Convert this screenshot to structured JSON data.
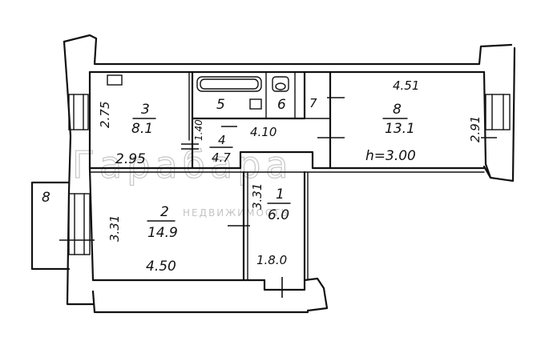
{
  "rooms": [
    {
      "number": "3",
      "area": "8.1"
    },
    {
      "number": "5",
      "area": ""
    },
    {
      "number": "6",
      "area": ""
    },
    {
      "number": "7",
      "area": ""
    },
    {
      "number": "8",
      "area": "13.1"
    },
    {
      "number": "4",
      "area": "4.7"
    },
    {
      "number": "2",
      "area": "14.9"
    },
    {
      "number": "1",
      "area": "6.0"
    }
  ],
  "balcony_label": "8",
  "dimensions": {
    "d_2_75": "2.75",
    "d_2_95": "2.95",
    "d_1_40": "1.40",
    "d_4_10": "4.10",
    "d_4_51": "4.51",
    "d_2_91": "2.91",
    "d_3_31_left": "3.31",
    "d_3_31_mid": "3.31",
    "d_4_50": "4.50",
    "d_1_80": "1.8.0"
  },
  "ceiling_height": "h=3.00",
  "watermark": {
    "brand": "Гарабара",
    "tagline": "НЕДВИЖИМОСТЬ"
  }
}
